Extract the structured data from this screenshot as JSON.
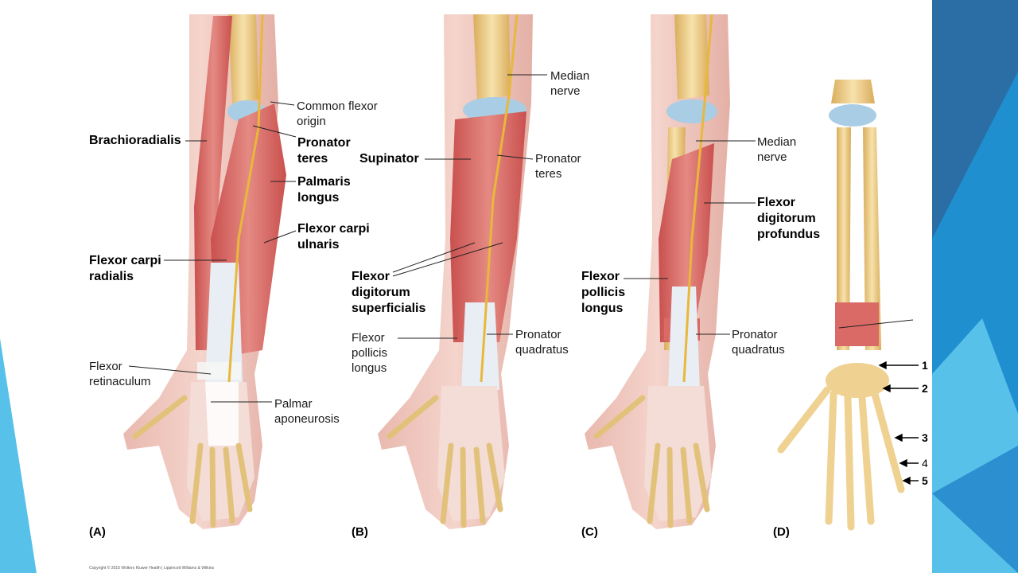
{
  "colors": {
    "accent_dark": "#2b6ea5",
    "accent_mid": "#1f8fcf",
    "accent_light": "#57c1ea",
    "muscle": "#d96a66",
    "bone": "#efd191",
    "cartilage": "#a9cde4",
    "nerve": "#e8b83a",
    "skin": "#eec6bd"
  },
  "figure": {
    "panel_a": {
      "tag": "(A)",
      "labels": {
        "common_flexor_origin": "Common flexor\norigin",
        "brachioradialis": "Brachioradialis",
        "pronator_teres": "Pronator\nteres",
        "palmaris_longus": "Palmaris\nlongus",
        "flexor_carpi_ulnaris": "Flexor carpi\nulnaris",
        "flexor_carpi_radialis": "Flexor carpi\nradialis",
        "flexor_retinaculum": "Flexor\nretinaculum",
        "palmar_aponeurosis": "Palmar\naponeurosis"
      }
    },
    "panel_b": {
      "tag": "(B)",
      "labels": {
        "median_nerve": "Median\nnerve",
        "supinator": "Supinator",
        "pronator_teres": "Pronator\nteres",
        "flexor_digitorum_superficialis": "Flexor\ndigitorum\nsuperficialis",
        "flexor_pollicis_longus": "Flexor\npollicis\nlongus",
        "pronator_quadratus": "Pronator\nquadratus"
      }
    },
    "panel_c": {
      "tag": "(C)",
      "labels": {
        "median_nerve": "Median\nnerve",
        "flexor_digitorum_profundus": "Flexor\ndigitorum\nprofundus",
        "flexor_pollicis_longus": "Flexor\npollicis\nlongus",
        "pronator_quadratus": "Pronator\nquadratus"
      }
    },
    "panel_d": {
      "tag": "(D)",
      "numbers": [
        "1",
        "2",
        "3",
        "4",
        "5"
      ]
    },
    "copyright": "Copyright © 2015 Wolters Kluwer Health | Lippincott Williams & Wilkins"
  }
}
